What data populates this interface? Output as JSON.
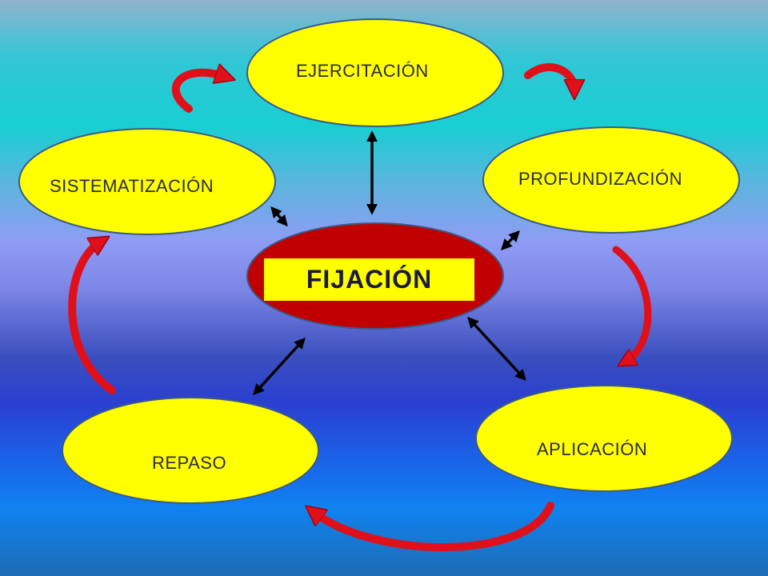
{
  "diagram": {
    "center": "FIJACIÓN",
    "nodes": {
      "ejercitacion": "EJERCITACIÓN",
      "profundizacion": "PROFUNDIZACIÓN",
      "aplicacion": "APLICACIÓN",
      "repaso": "REPASO",
      "sistematizacion": "SISTEMATIZACIÓN"
    },
    "colors": {
      "node_fill": "#ffff00",
      "center_fill": "#c00000",
      "node_border": "#3b5a8a",
      "cycle_arrow": "#e0101a",
      "link_arrow": "#000000"
    }
  }
}
